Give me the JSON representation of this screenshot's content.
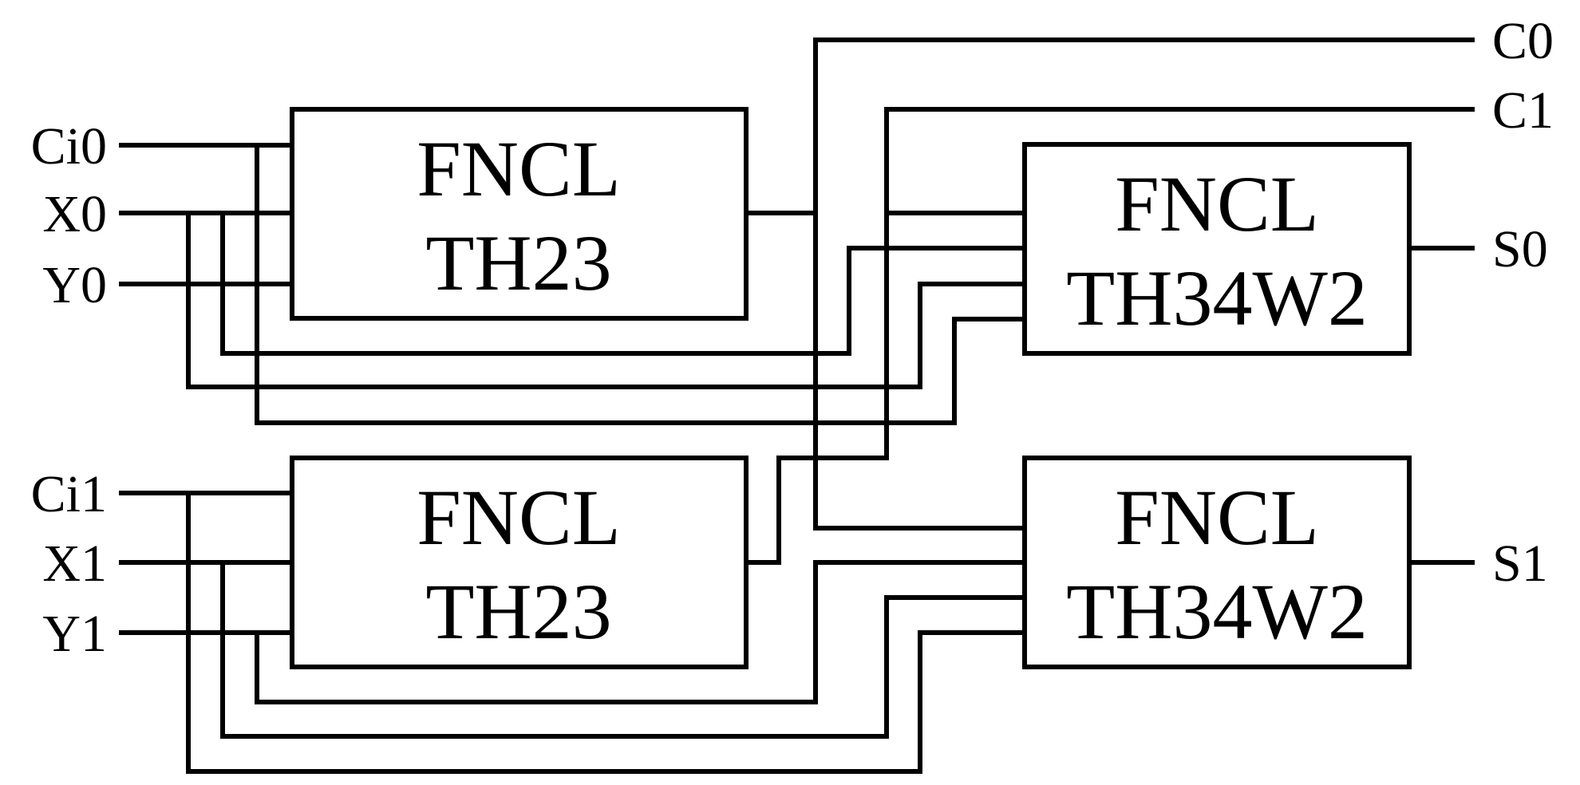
{
  "inputs": {
    "ci0": "Ci0",
    "x0": "X0",
    "y0": "Y0",
    "ci1": "Ci1",
    "x1": "X1",
    "y1": "Y1"
  },
  "outputs": {
    "c0": "C0",
    "c1": "C1",
    "s0": "S0",
    "s1": "S1"
  },
  "gates": {
    "gate_top_left": {
      "line1": "FNCL",
      "line2": "TH23"
    },
    "gate_bottom_left": {
      "line1": "FNCL",
      "line2": "TH23"
    },
    "gate_top_right": {
      "line1": "FNCL",
      "line2": "TH34W2"
    },
    "gate_bottom_right": {
      "line1": "FNCL",
      "line2": "TH34W2"
    }
  }
}
